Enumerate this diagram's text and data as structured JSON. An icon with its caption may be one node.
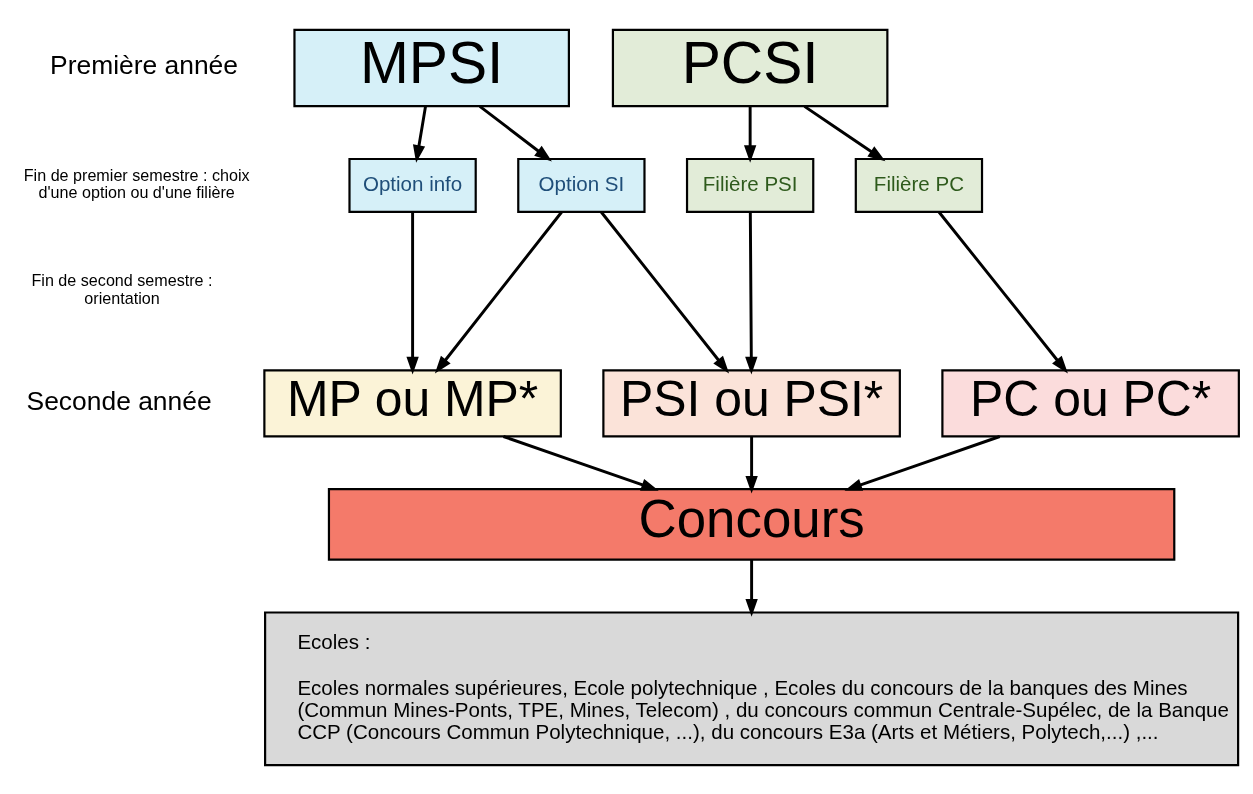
{
  "diagram": {
    "nodes": [
      {
        "text": [
          "MPSI"
        ]
      },
      {
        "text": [
          "PCSI"
        ]
      },
      {
        "text": [
          "Option info"
        ]
      },
      {
        "text": [
          "Option SI"
        ]
      },
      {
        "text": [
          "Filière PSI"
        ]
      },
      {
        "text": [
          "Filière PC"
        ]
      },
      {
        "text": [
          "MP ou MP*"
        ]
      },
      {
        "text": [
          "PSI ou PSI*"
        ]
      },
      {
        "text": [
          "PC ou PC*"
        ]
      },
      {
        "text": [
          "Concours"
        ]
      },
      {
        "text": [
          "Ecoles :",
          "Ecoles normales supérieures, Ecole polytechnique , Ecoles du concours de la banques des Mines (Commun Mines-Ponts, TPE, Mines, Telecom) , du concours commun Centrale-Supélec, de la Banque CCP (Concours Commun Polytechnique, ...), du concours E3a (Arts et Métiers, Polytech,...) ,..."
        ]
      }
    ],
    "edges": [
      {
        "from": 0,
        "to": 2,
        "arrow": "to"
      },
      {
        "from": 0,
        "to": 3,
        "arrow": "to"
      },
      {
        "from": 1,
        "to": 4,
        "arrow": "to"
      },
      {
        "from": 1,
        "to": 5,
        "arrow": "to"
      },
      {
        "from": 2,
        "to": 6,
        "arrow": "to"
      },
      {
        "from": 3,
        "to": 6,
        "arrow": "to"
      },
      {
        "from": 3,
        "to": 7,
        "arrow": "to"
      },
      {
        "from": 4,
        "to": 7,
        "arrow": "to"
      },
      {
        "from": 5,
        "to": 8,
        "arrow": "to"
      },
      {
        "from": 6,
        "to": 9,
        "arrow": "to"
      },
      {
        "from": 7,
        "to": 9,
        "arrow": "to"
      },
      {
        "from": 8,
        "to": 9,
        "arrow": "to"
      },
      {
        "from": 9,
        "to": 10,
        "arrow": "to"
      }
    ],
    "labels": [
      "Première année",
      "Fin de premier semestre : choix d'une option ou d'une filière",
      "Fin de second semestre : orientation",
      "Seconde année"
    ]
  }
}
